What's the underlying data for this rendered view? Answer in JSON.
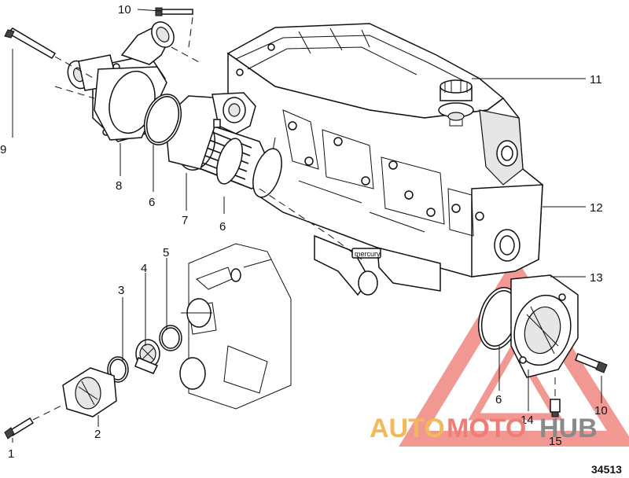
{
  "figure_number": "34513",
  "callouts": [
    {
      "id": "c1",
      "label": "1"
    },
    {
      "id": "c2",
      "label": "2"
    },
    {
      "id": "c3",
      "label": "3"
    },
    {
      "id": "c4",
      "label": "4"
    },
    {
      "id": "c5",
      "label": "5"
    },
    {
      "id": "c6a",
      "label": "6"
    },
    {
      "id": "c6b",
      "label": "6"
    },
    {
      "id": "c6c",
      "label": "6"
    },
    {
      "id": "c7",
      "label": "7"
    },
    {
      "id": "c8",
      "label": "8"
    },
    {
      "id": "c9",
      "label": "9"
    },
    {
      "id": "c10a",
      "label": "10"
    },
    {
      "id": "c10b",
      "label": "10"
    },
    {
      "id": "c11",
      "label": "11"
    },
    {
      "id": "c12",
      "label": "12"
    },
    {
      "id": "c13",
      "label": "13"
    },
    {
      "id": "c14",
      "label": "14"
    },
    {
      "id": "c15",
      "label": "15"
    }
  ],
  "watermark": {
    "part1": "AUTO",
    "part2": "MOTO",
    "part3": "HUB",
    "colors": {
      "auto": "#f1b95a",
      "moto": "#ee7d76",
      "hub": "#8a8a8a",
      "triangle": "#e8453c"
    }
  }
}
